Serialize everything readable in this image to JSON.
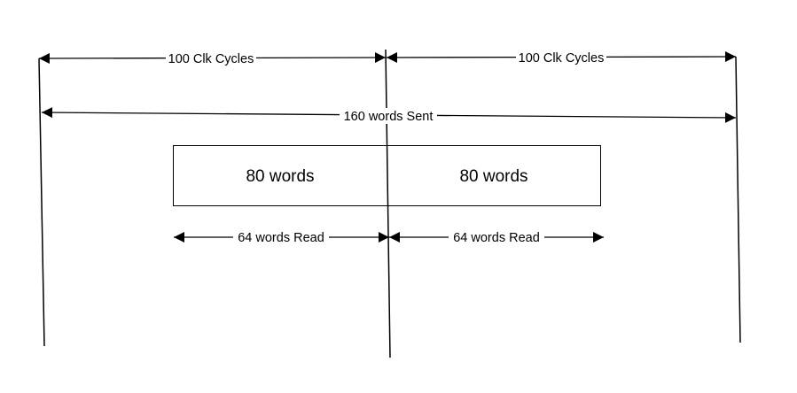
{
  "diagram": {
    "cycle_label_left": "100 Clk Cycles",
    "cycle_label_right": "100 Clk Cycles",
    "sent_label": "160 words Sent",
    "box_left_label": "80 words",
    "box_right_label": "80 words",
    "read_label_left": "64 words Read",
    "read_label_right": "64 words Read"
  }
}
